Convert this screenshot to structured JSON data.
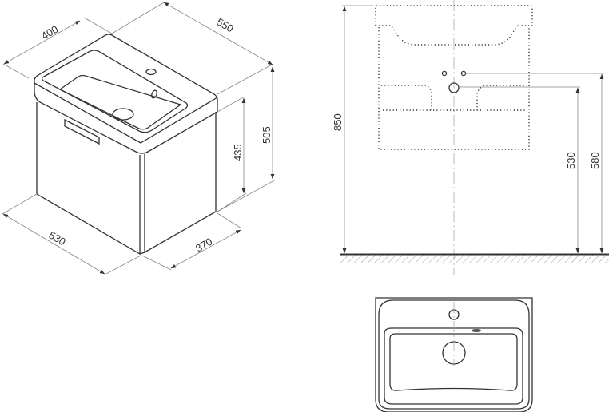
{
  "dimensions": {
    "top_depth": "400",
    "top_width": "550",
    "total_height": "505",
    "cabinet_height": "435",
    "cabinet_width": "530",
    "cabinet_depth": "370",
    "mount_height": "850",
    "waste_height": "530",
    "supply_height": "580"
  },
  "colors": {
    "line": "#333333",
    "dimension": "#888888"
  }
}
